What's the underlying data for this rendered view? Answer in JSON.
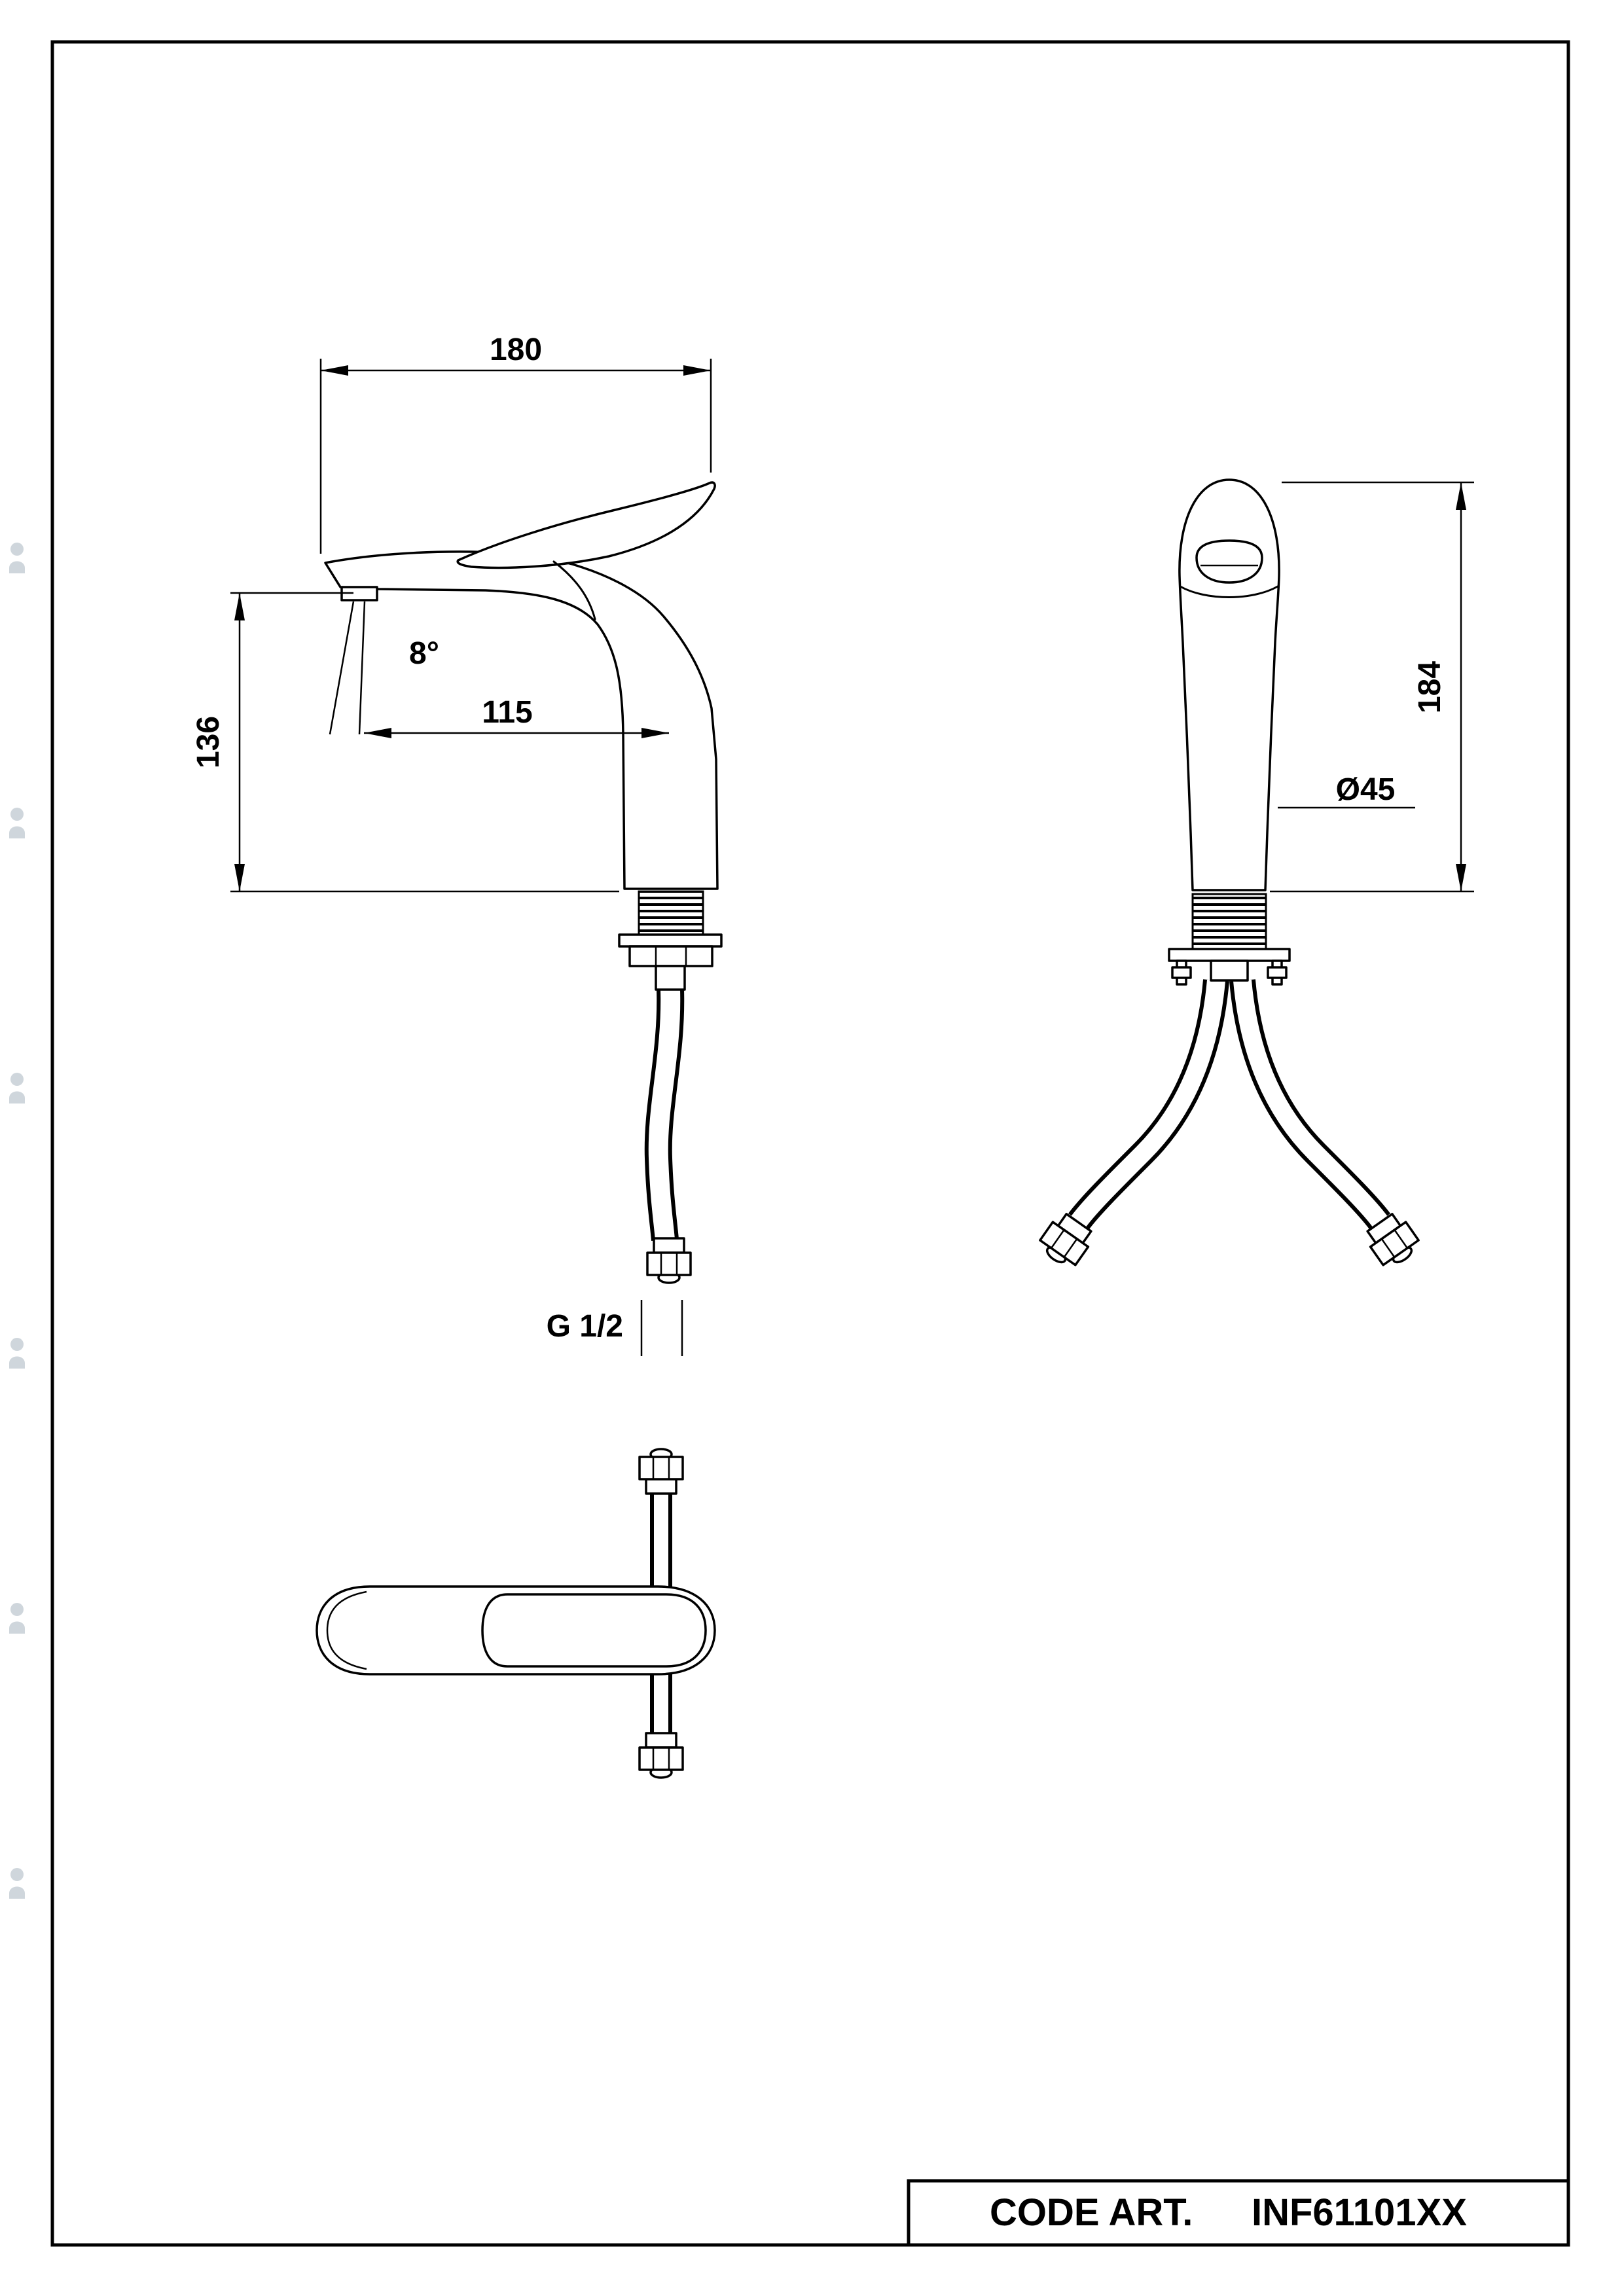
{
  "title_block": {
    "label": "CODE ART.",
    "code": "INF61101XX"
  },
  "dimensions": {
    "side_view": {
      "overall_width": "180",
      "spout_height": "136",
      "spray_angle": "8°",
      "spout_reach": "115",
      "thread_size": "G 1/2"
    },
    "front_view": {
      "overall_height": "184",
      "body_diameter": "Ø45"
    }
  },
  "colors": {
    "line": "#000000",
    "background": "#ffffff",
    "watermark": "#c4cdd4"
  }
}
